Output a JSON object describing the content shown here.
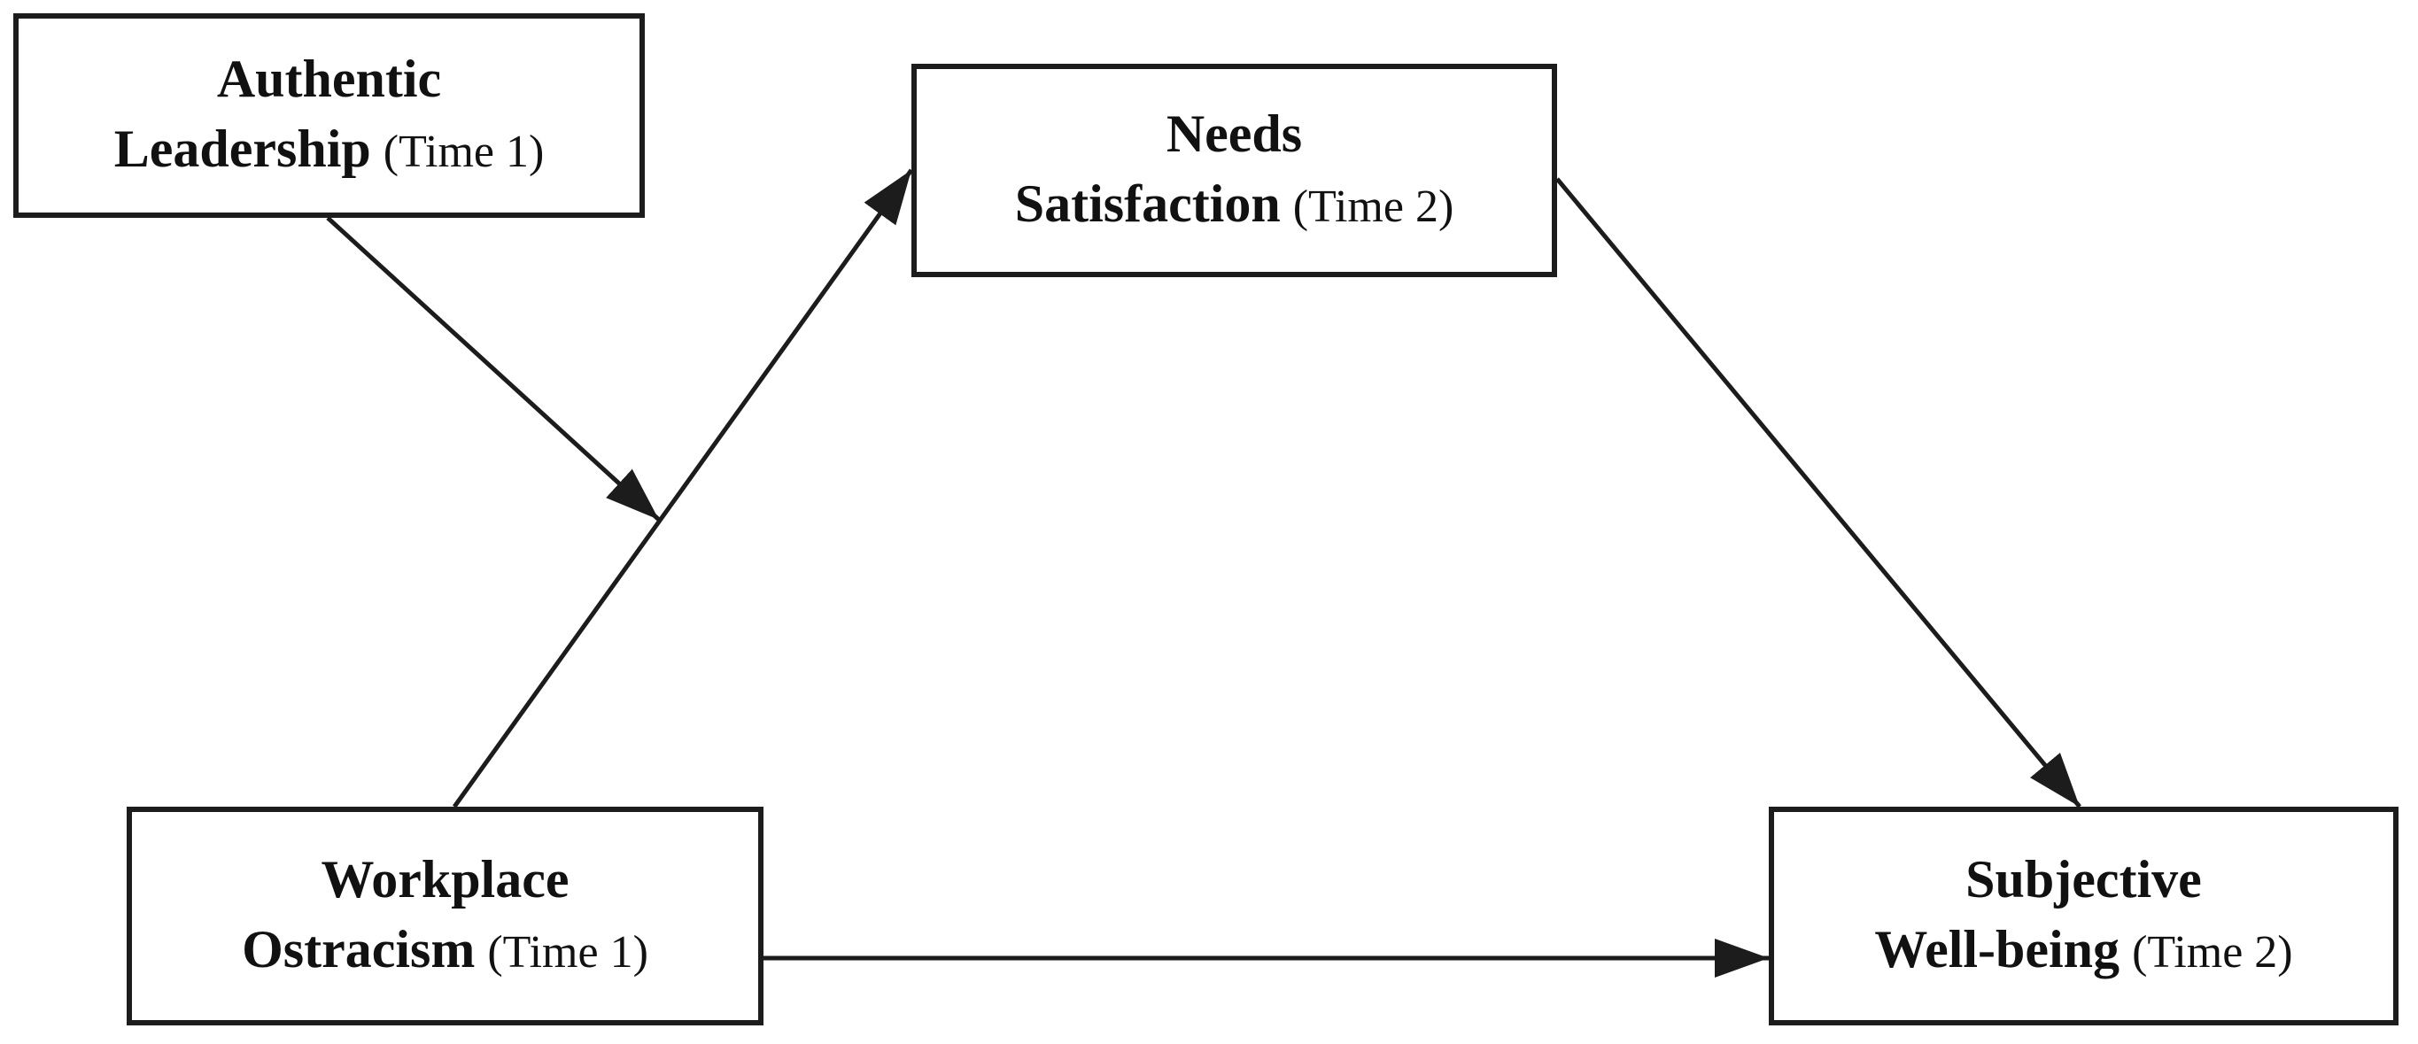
{
  "diagram": {
    "type": "conceptual-model",
    "background_color": "#ffffff",
    "line_color": "#1c1c1c",
    "text_color": "#111111",
    "nodes": {
      "authentic_leadership": {
        "line1": "Authentic",
        "line2": "Leadership",
        "time": "(Time 1)"
      },
      "needs_satisfaction": {
        "line1": "Needs",
        "line2": "Satisfaction",
        "time": "(Time 2)"
      },
      "workplace_ostracism": {
        "line1": "Workplace",
        "line2": "Ostracism",
        "time": "(Time 1)"
      },
      "subjective_wellbeing": {
        "line1": "Subjective",
        "line2": "Well-being",
        "time": "(Time 2)"
      }
    },
    "edges": [
      {
        "from": "workplace_ostracism",
        "to": "needs_satisfaction",
        "style": "solid-arrow"
      },
      {
        "from": "authentic_leadership",
        "to": "path workplace_ostracism to needs_satisfaction",
        "style": "solid-arrow",
        "role": "moderation"
      },
      {
        "from": "needs_satisfaction",
        "to": "subjective_wellbeing",
        "style": "solid-arrow"
      },
      {
        "from": "workplace_ostracism",
        "to": "subjective_wellbeing",
        "style": "solid-arrow"
      }
    ]
  }
}
